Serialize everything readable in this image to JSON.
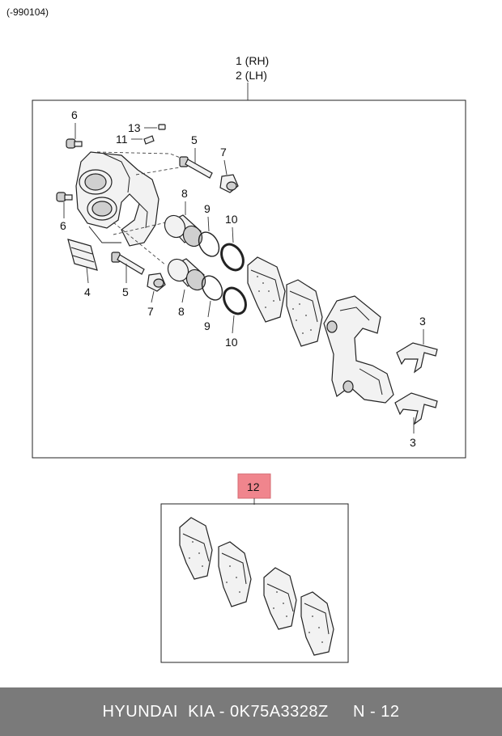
{
  "header": {
    "range_label": "(-990104)"
  },
  "assembly": {
    "label_rh": "1 (RH)",
    "label_lh": "2 (LH)"
  },
  "callouts": {
    "c13": "13",
    "c11": "11",
    "c6a": "6",
    "c6b": "6",
    "c5a": "5",
    "c5b": "5",
    "c7a": "7",
    "c7b": "7",
    "c8a": "8",
    "c8b": "8",
    "c9a": "9",
    "c9b": "9",
    "c10a": "10",
    "c10b": "10",
    "c4": "4",
    "c3a": "3",
    "c3b": "3",
    "c12": "12"
  },
  "footer": {
    "text": "HYUNDAI  KIA - 0K75A3328Z     N - 12"
  },
  "colors": {
    "highlight": "#f0858d",
    "footer_bg": "#7a7a7a"
  }
}
